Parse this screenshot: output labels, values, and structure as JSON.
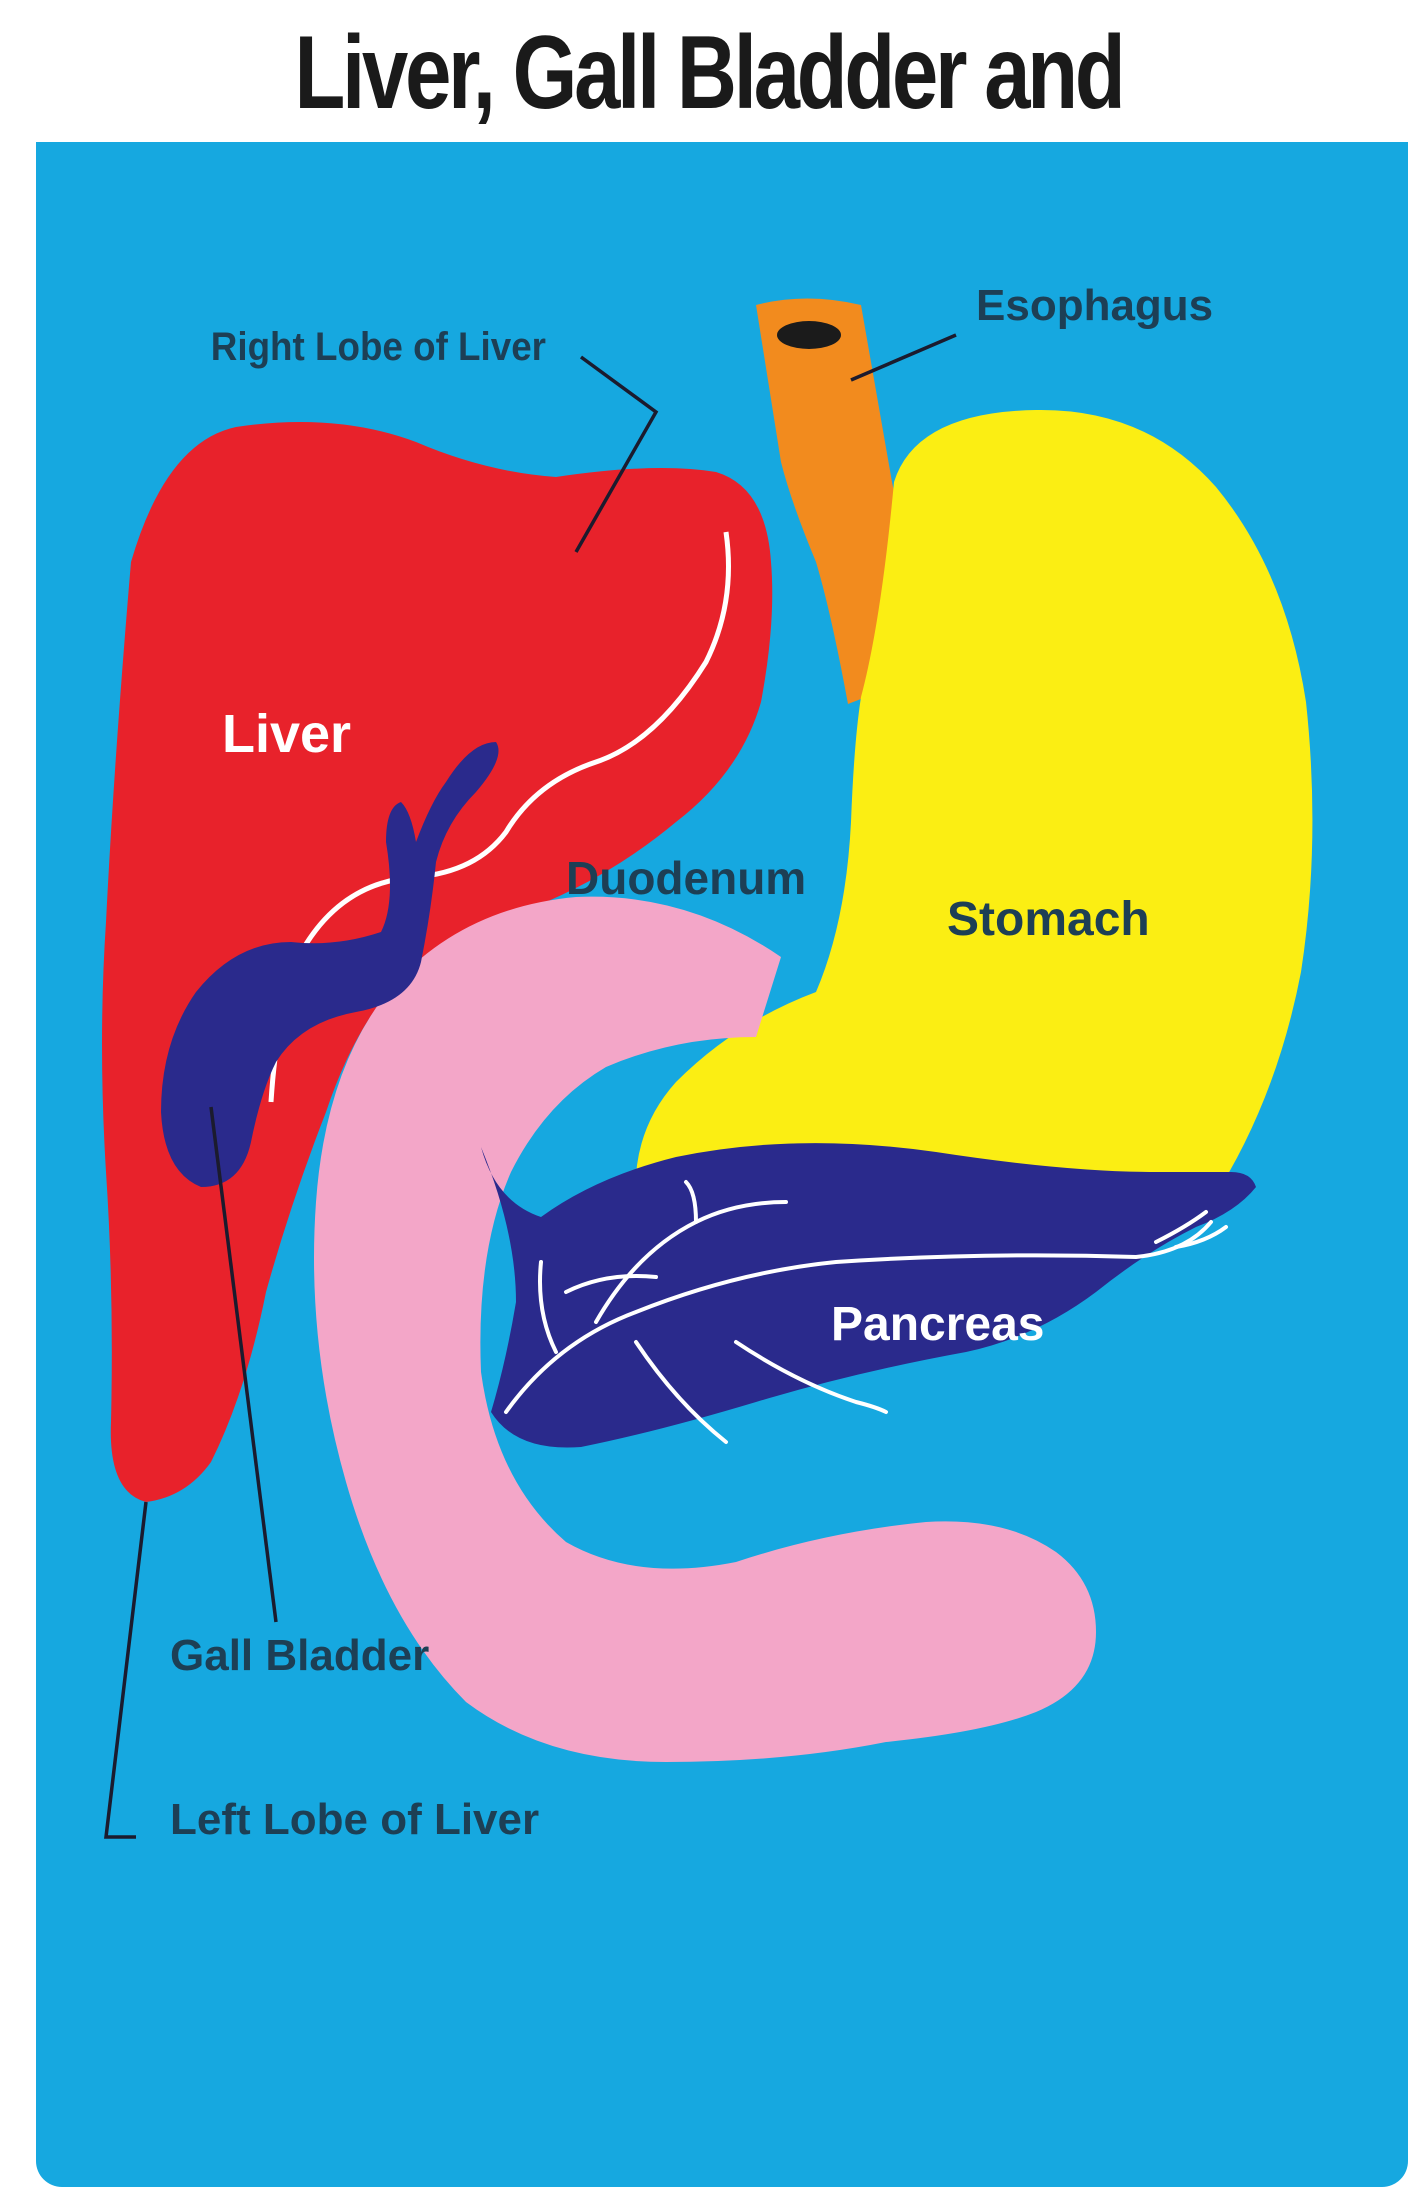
{
  "title": "Liver, Gall Bladder and Pancreas",
  "colors": {
    "background": "#16a8e0",
    "liver": "#e8222b",
    "stomach": "#fbee13",
    "esophagus": "#f28b1e",
    "duodenum": "#f3a6c8",
    "pancreas": "#2a2a8c",
    "gall_bladder": "#2a2a8c",
    "label_dark": "#1d3f55",
    "label_light": "#ffffff"
  },
  "labels": {
    "right_lobe": "Right Lobe of Liver",
    "esophagus": "Esophagus",
    "liver": "Liver",
    "duodenum": "Duodenum",
    "stomach": "Stomach",
    "pancreas": "Pancreas",
    "gall_bladder": "Gall Bladder",
    "left_lobe": "Left Lobe of Liver"
  }
}
